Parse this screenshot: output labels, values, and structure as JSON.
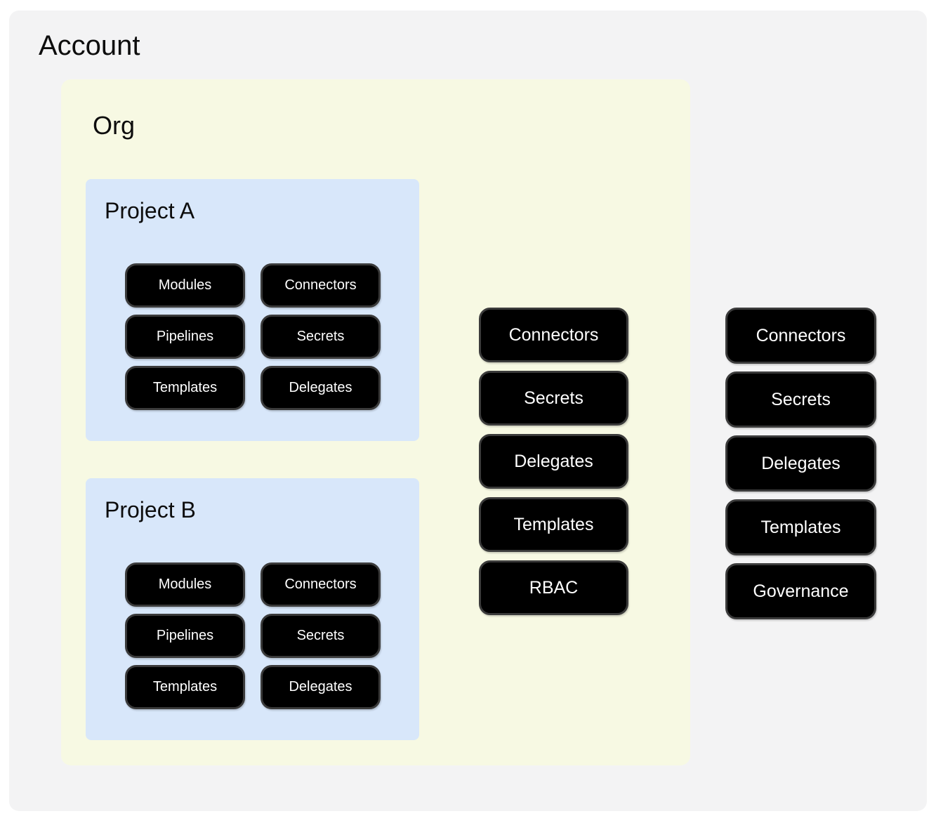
{
  "account": {
    "title": "Account",
    "pills": [
      "Connectors",
      "Secrets",
      "Delegates",
      "Templates",
      "Governance"
    ],
    "org": {
      "title": "Org",
      "pills": [
        "Connectors",
        "Secrets",
        "Delegates",
        "Templates",
        "RBAC"
      ],
      "projects": [
        {
          "title": "Project A",
          "pills": [
            "Modules",
            "Connectors",
            "Pipelines",
            "Secrets",
            "Templates",
            "Delegates"
          ]
        },
        {
          "title": "Project B",
          "pills": [
            "Modules",
            "Connectors",
            "Pipelines",
            "Secrets",
            "Templates",
            "Delegates"
          ]
        }
      ]
    }
  },
  "colors": {
    "page_bg": "#ffffff",
    "account_bg": "#f3f3f4",
    "org_bg": "#f7f9e3",
    "project_bg": "#d8e7fa",
    "pill_bg": "#000000",
    "pill_border": "#3b3b3b",
    "pill_text": "#ffffff"
  }
}
